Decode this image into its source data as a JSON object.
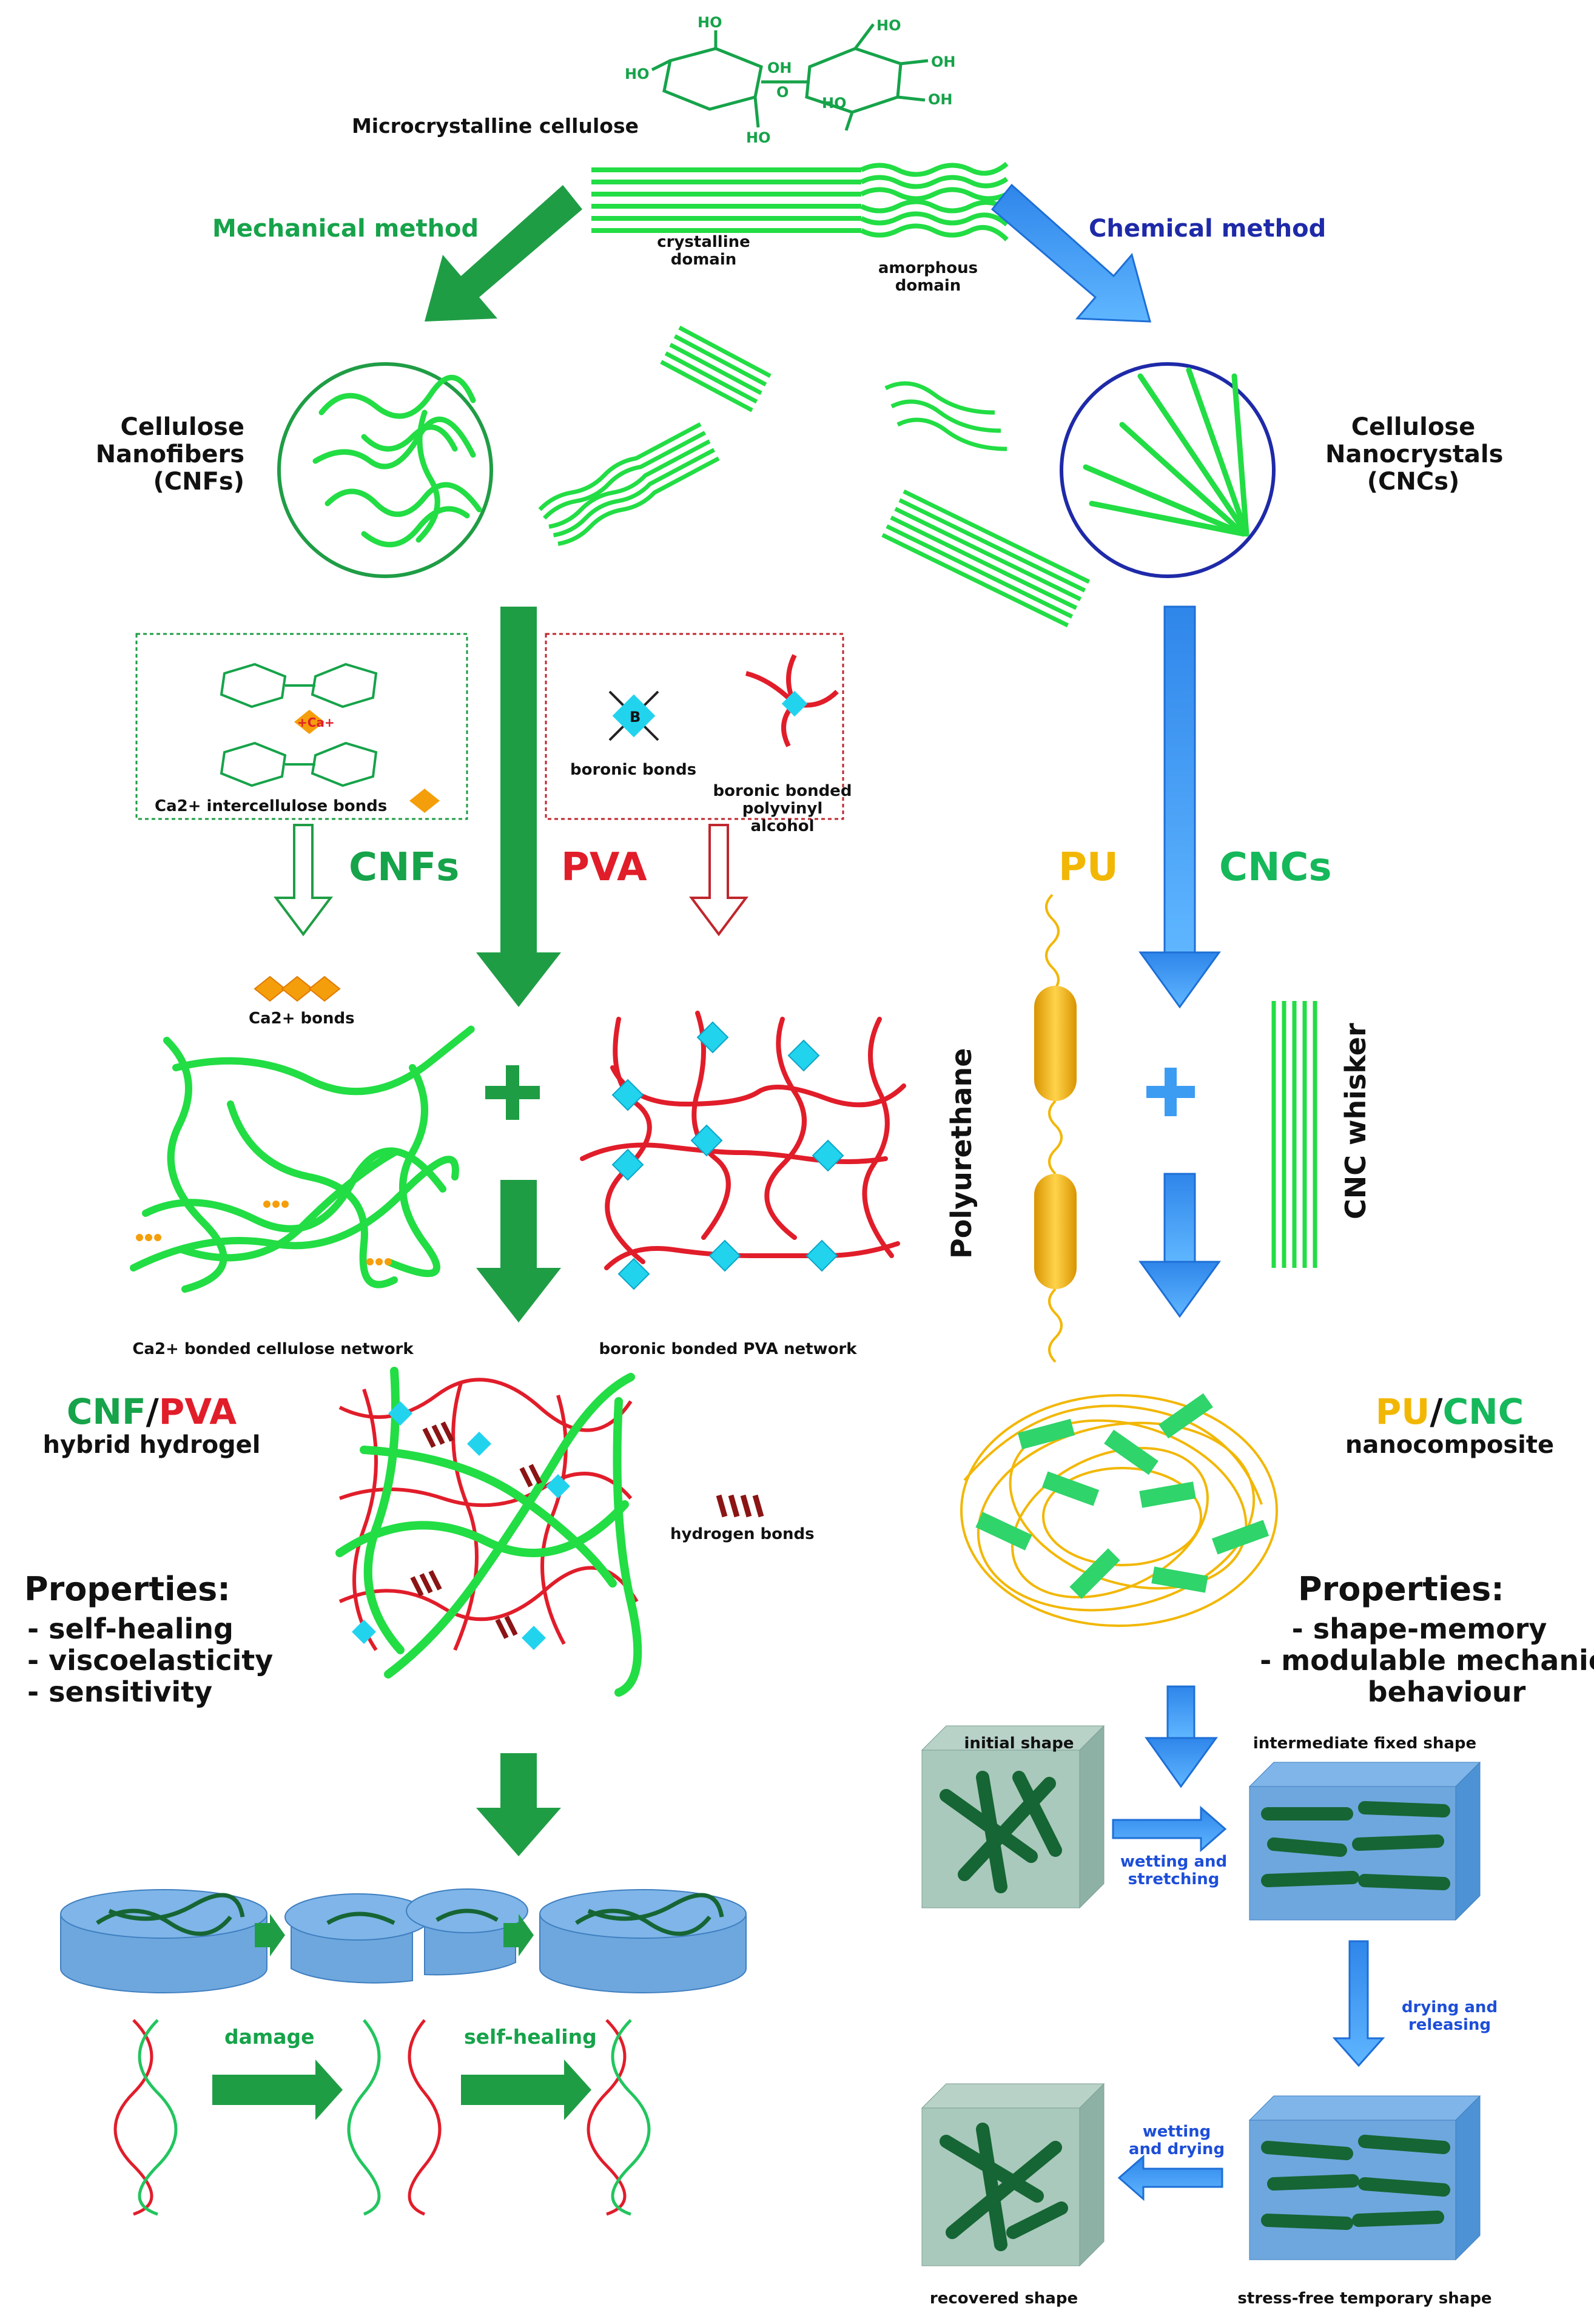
{
  "top": {
    "molecule": "Microcrystalline cellulose",
    "crystalline": "crystalline domain",
    "amorphous": "amorphous domain",
    "mechanical": "Mechanical method",
    "chemical": "Chemical method"
  },
  "fibers": {
    "cnf_label": "Cellulose Nanofibers (CNFs)",
    "cnc_label": "Cellulose Nanocrystals (CNCs)"
  },
  "boxes": {
    "ca_bonds": "Ca2+ intercellulose bonds",
    "ca_badge": "+Ca+",
    "boronic": "boronic bonds",
    "boronic_pva": "boronic bonded polyvinyl alcohol",
    "boron_atom": "B"
  },
  "components": {
    "cnfs": "CNFs",
    "pva": "PVA",
    "pu": "PU",
    "cncs": "CNCs",
    "plus": "+",
    "ca_small": "Ca2+ bonds",
    "ca_network": "Ca2+ bonded cellulose network",
    "pva_network": "boronic bonded PVA network",
    "polyurethane": "Polyurethane",
    "cnc_whisker": "CNC whisker"
  },
  "left_result": {
    "name_a": "CNF",
    "slash": "/",
    "name_b": "PVA",
    "subtitle": "hybrid hydrogel",
    "hbonds": "hydrogen bonds",
    "properties_title": "Properties:",
    "properties": [
      "- self-healing",
      "- viscoelasticity",
      "- sensitivity"
    ],
    "damage": "damage",
    "self_healing": "self-healing"
  },
  "right_result": {
    "name_a": "PU",
    "slash": "/",
    "name_b": "CNC",
    "subtitle": "nanocomposite",
    "properties_title": "Properties:",
    "properties": [
      "- shape-memory",
      "- modulable mechanical",
      "behaviour"
    ],
    "initial": "initial shape",
    "intermediate": "intermediate fixed shape",
    "wet_stretch": "wetting and stretching",
    "dry_release": "drying and releasing",
    "wet_dry": "wetting and drying",
    "recovered": "recovered shape",
    "stress_free": "stress-free temporary shape"
  },
  "colors": {
    "dark_green": "#16a34a",
    "bright_green": "#22dd44",
    "blue": "#3b9cf2",
    "navy": "#1e2aa8",
    "red": "#e11d2a",
    "yellow": "#f2b705",
    "cyan": "#22d3ee",
    "orange": "#f59e0b"
  }
}
